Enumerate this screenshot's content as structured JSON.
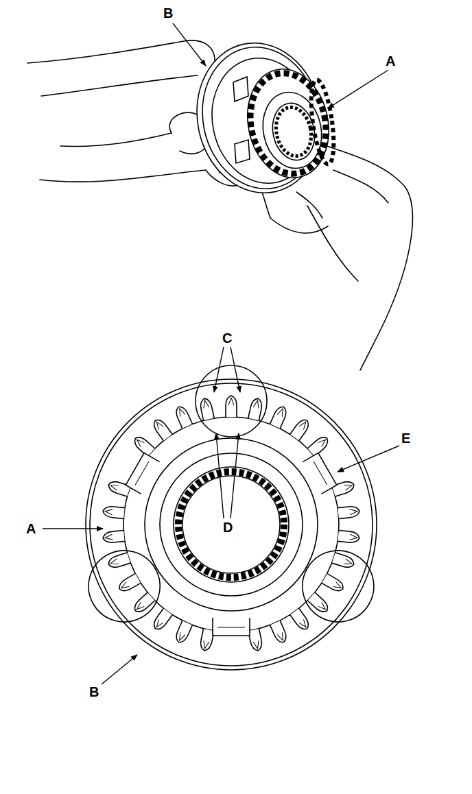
{
  "diagram": {
    "labels": [
      "B",
      "A",
      "C",
      "E",
      "A",
      "D",
      "B"
    ]
  }
}
